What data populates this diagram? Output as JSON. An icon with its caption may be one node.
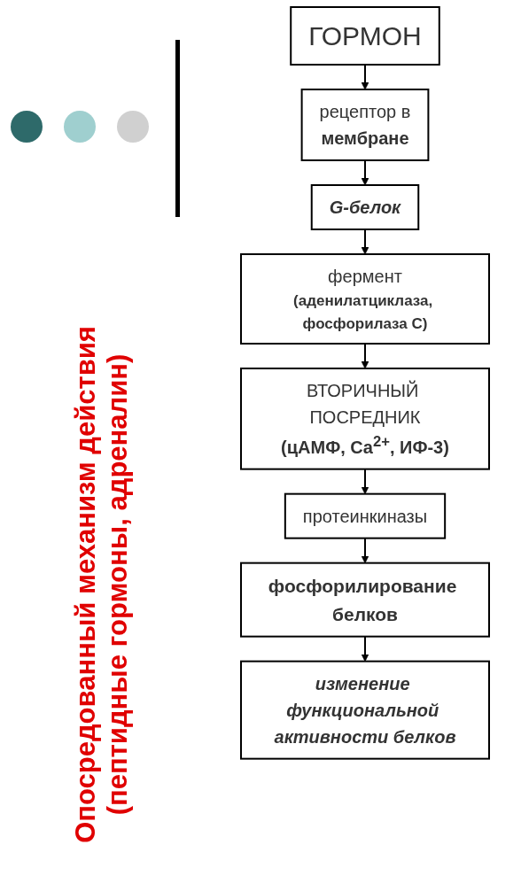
{
  "diagram": {
    "title": "Опосредованный механизм действия (пептидные гормоны, адреналин)",
    "nodes": [
      {
        "text": [
          "ГОРМОН"
        ]
      },
      {
        "text": [
          "рецептор в",
          "мембране"
        ]
      },
      {
        "text": [
          "G-белок"
        ]
      },
      {
        "text": [
          "фермент",
          "(аденилатциклаза, фосфорилаза С)"
        ]
      },
      {
        "text": [
          "ВТОРИЧНЫЙ ПОСРЕДНИК",
          "(цАМФ, Ca$^{2+}$, ИФ-3)"
        ]
      },
      {
        "text": [
          "протеинкиназы"
        ]
      },
      {
        "text": [
          "фосфорилирование белков"
        ]
      },
      {
        "text": [
          "изменение функциональной активности белков"
        ]
      }
    ],
    "edges": [
      {
        "from": 0,
        "to": 1,
        "arrow": "to"
      },
      {
        "from": 1,
        "to": 2,
        "arrow": "to"
      },
      {
        "from": 2,
        "to": 3,
        "arrow": "to"
      },
      {
        "from": 3,
        "to": 4,
        "arrow": "to"
      },
      {
        "from": 4,
        "to": 5,
        "arrow": "to"
      },
      {
        "from": 5,
        "to": 6,
        "arrow": "to"
      },
      {
        "from": 6,
        "to": 7,
        "arrow": "to"
      }
    ]
  }
}
